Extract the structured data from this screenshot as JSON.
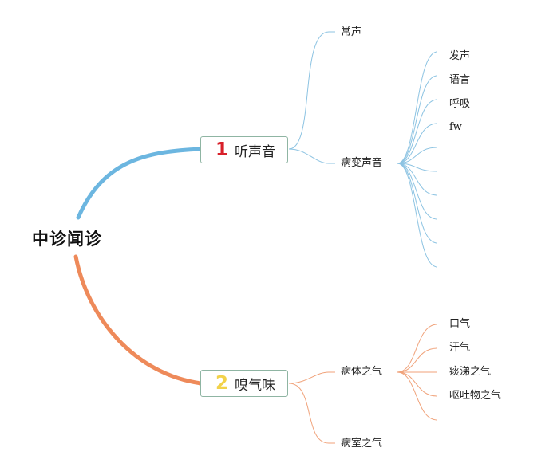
{
  "root": {
    "title": "中诊闻诊"
  },
  "branches": [
    {
      "number": "1",
      "label": "听声音",
      "color": "#6cb6e0",
      "number_color": "#d8202a",
      "children": [
        {
          "label": "常声",
          "children": []
        },
        {
          "label": "病变声音",
          "children": [
            "发声",
            "语言",
            "呼吸",
            "fw",
            "",
            "",
            "",
            "",
            "",
            ""
          ]
        }
      ]
    },
    {
      "number": "2",
      "label": "嗅气味",
      "color": "#ee8a5a",
      "number_color": "#f2d24a",
      "children": [
        {
          "label": "病体之气",
          "children": [
            "口气",
            "汗气",
            "痰涕之气",
            "呕吐物之气",
            ""
          ]
        },
        {
          "label": "病室之气",
          "children": []
        }
      ]
    }
  ]
}
